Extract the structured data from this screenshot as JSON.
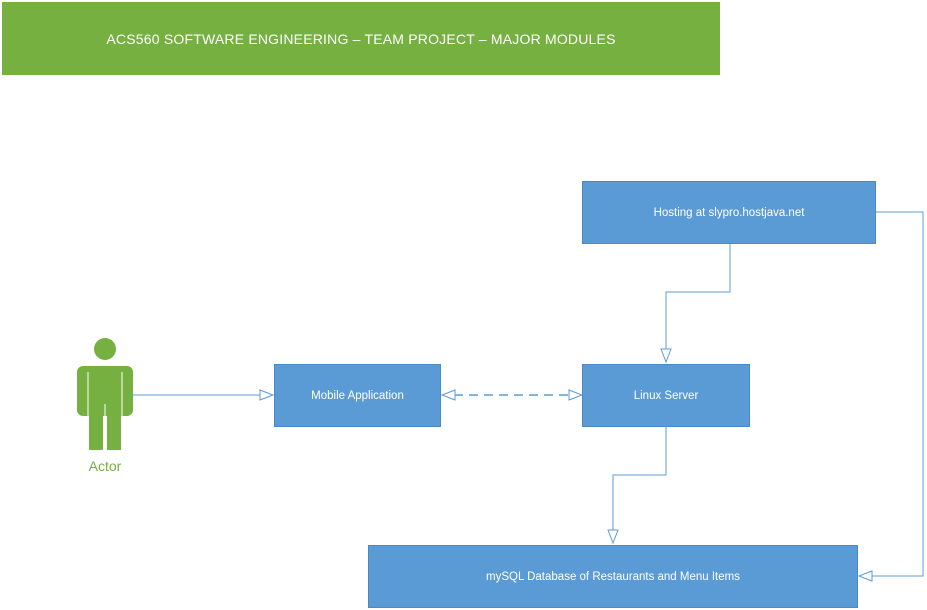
{
  "title": "ACS560 SOFTWARE ENGINEERING – TEAM PROJECT – MAJOR MODULES",
  "actor": {
    "label": "Actor"
  },
  "nodes": {
    "hosting": "Hosting at slypro.hostjava.net",
    "mobile": "Mobile Application",
    "linux": "Linux Server",
    "database": "mySQL Database of Restaurants and Menu Items"
  },
  "colors": {
    "banner": "#76b041",
    "box": "#5b9bd5",
    "connector": "#5b9bd5",
    "actor": "#76b041"
  }
}
